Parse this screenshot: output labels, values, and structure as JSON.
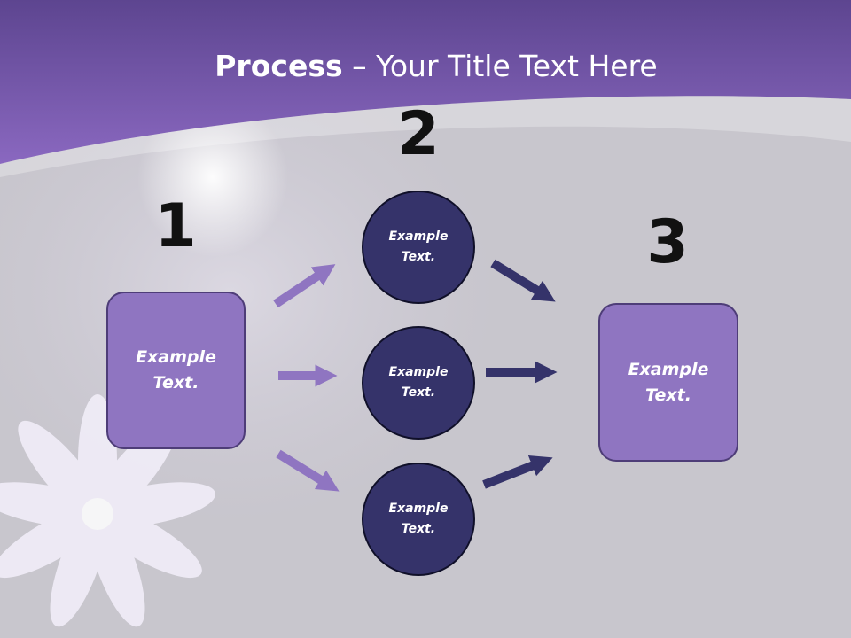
{
  "title": {
    "bold": "Process",
    "rest": " – Your Title Text Here"
  },
  "steps": {
    "one": "1",
    "two": "2",
    "three": "3"
  },
  "box_left": "Example\nText.",
  "box_right": "Example\nText.",
  "circles": [
    "Example\nText.",
    "Example\nText.",
    "Example\nText."
  ],
  "colors": {
    "box": "#8f75c1",
    "circle": "#35336a",
    "arrow_light": "#8f75c1",
    "arrow_dark": "#35336a",
    "header": "#7b5cae"
  }
}
